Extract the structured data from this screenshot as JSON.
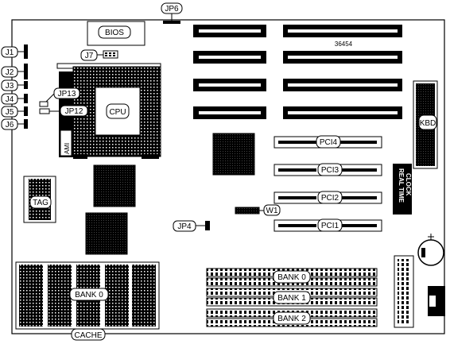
{
  "labels": {
    "jp6": "JP6",
    "bios": "BIOS",
    "j1": "J1",
    "j2": "J2",
    "j3": "J3",
    "j4": "J4",
    "j5": "J5",
    "j6": "J6",
    "j7": "J7",
    "jp13": "JP13",
    "jp12": "JP12",
    "cpu": "CPU",
    "ami": "AMI",
    "kbd": "KBD",
    "slot_code": "36454",
    "pci4": "PCI4",
    "pci3": "PCI3",
    "pci2": "PCI2",
    "pci1": "PCI1",
    "real_time_clock_1": "REAL TIME",
    "real_time_clock_2": "CLOCK",
    "jp4": "JP4",
    "w1": "W1",
    "tag": "TAG",
    "bank0_cache": "BANK 0",
    "cache": "CACHE",
    "bank0_mem": "BANK 0",
    "bank1_mem": "BANK 1",
    "bank2_mem": "BANK 2"
  },
  "colors": {
    "ink": "#000000",
    "paper": "#ffffff"
  }
}
